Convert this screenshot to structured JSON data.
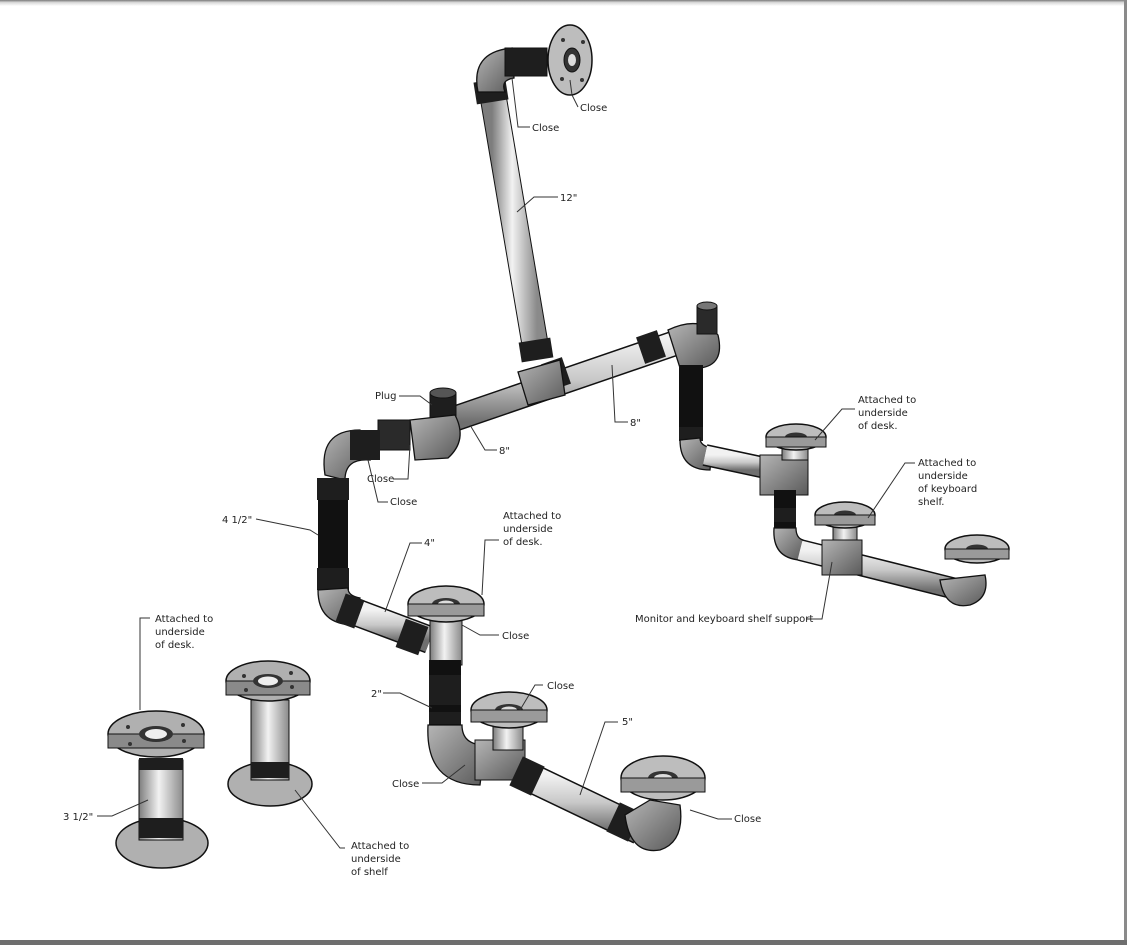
{
  "diagram": {
    "labels": {
      "close_flange_top": "Close",
      "close_elbow_top": "Close",
      "len_12": "12\"",
      "plug": "Plug",
      "close_tee_upper": "Close",
      "close_tee_lower": "Close",
      "len_8_left": "8\"",
      "len_8_right": "8\"",
      "len_4_5": "4 1/2\"",
      "len_4": "4\"",
      "attach_desk_center": [
        "Attached to",
        "underside",
        "of desk."
      ],
      "close_center_flange": "Close",
      "len_2": "2\"",
      "close_small_flange": "Close",
      "close_bottom_elbow": "Close",
      "len_5": "5\"",
      "close_right_flange": "Close",
      "attach_desk_right": [
        "Attached to",
        "underside",
        "of desk."
      ],
      "attach_keyboard": [
        "Attached to",
        "underside",
        "of keyboard",
        "shelf."
      ],
      "monitor_support": "Monitor and keyboard shelf support",
      "attach_desk_left": [
        "Attached to",
        "underside",
        "of desk."
      ],
      "len_3_5": "3 1/2\"",
      "attach_shelf": [
        "Attached to",
        "underside",
        "of shelf"
      ]
    },
    "colors": {
      "pipe_light": "#e6e6e6",
      "pipe_mid": "#9a9a9a",
      "fitting": "#8c8c8c",
      "fitting_dark": "#555555",
      "coupling": "#1e1e1e",
      "outline": "#111111"
    }
  }
}
